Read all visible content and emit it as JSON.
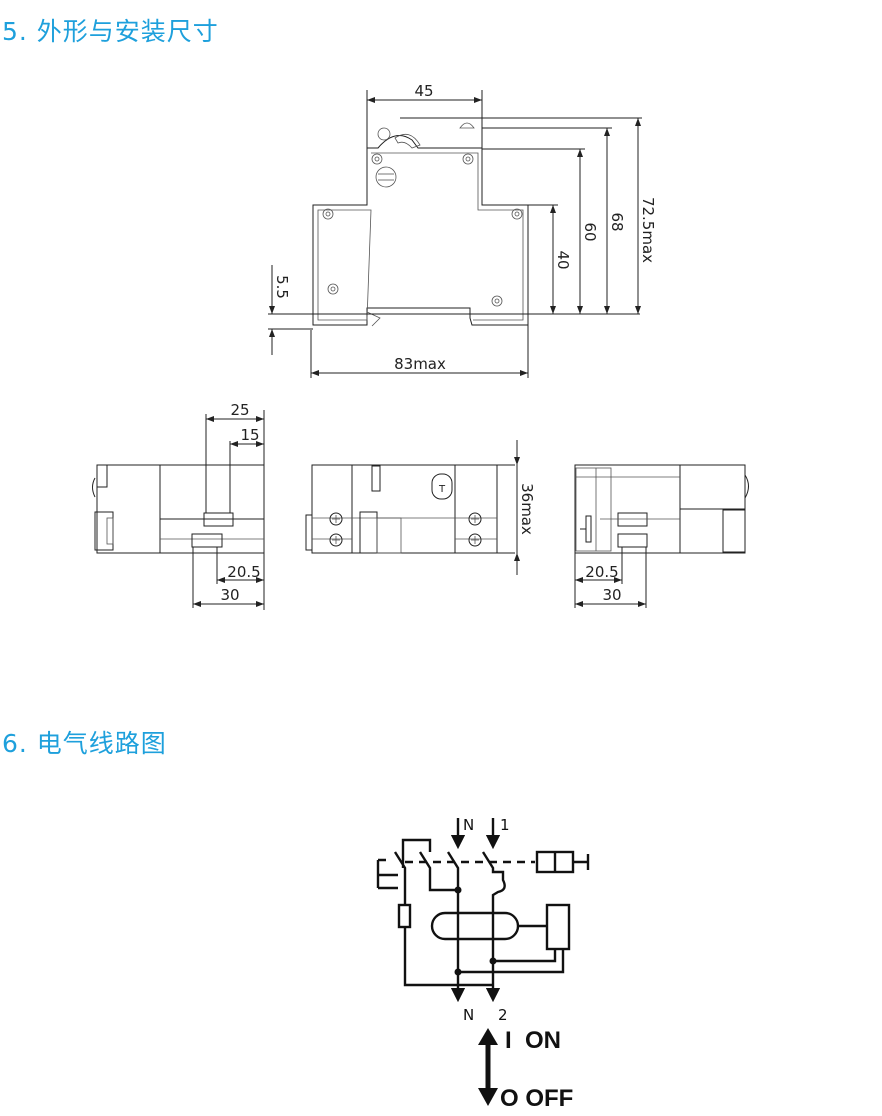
{
  "sections": [
    {
      "title": "5. 外形与安装尺寸"
    },
    {
      "title": "6. 电气线路图"
    }
  ],
  "dimensions": {
    "front": {
      "width_top": "45",
      "width_total": "83max",
      "h1": "40",
      "h2": "60",
      "h3": "68",
      "h4": "72.5max",
      "rail": "5.5"
    },
    "left": {
      "d25": "25",
      "d15": "15",
      "d20_5": "20.5",
      "d30": "30"
    },
    "middle": {
      "depth": "36max"
    },
    "right": {
      "d20_5": "20.5",
      "d30": "30"
    }
  },
  "circuit": {
    "in_n": "N",
    "in_1": "1",
    "out_n": "N",
    "out_2": "2",
    "on_label": "I  ON",
    "off_label": "O OFF"
  },
  "colors": {
    "heading": "#1ea0dc"
  }
}
